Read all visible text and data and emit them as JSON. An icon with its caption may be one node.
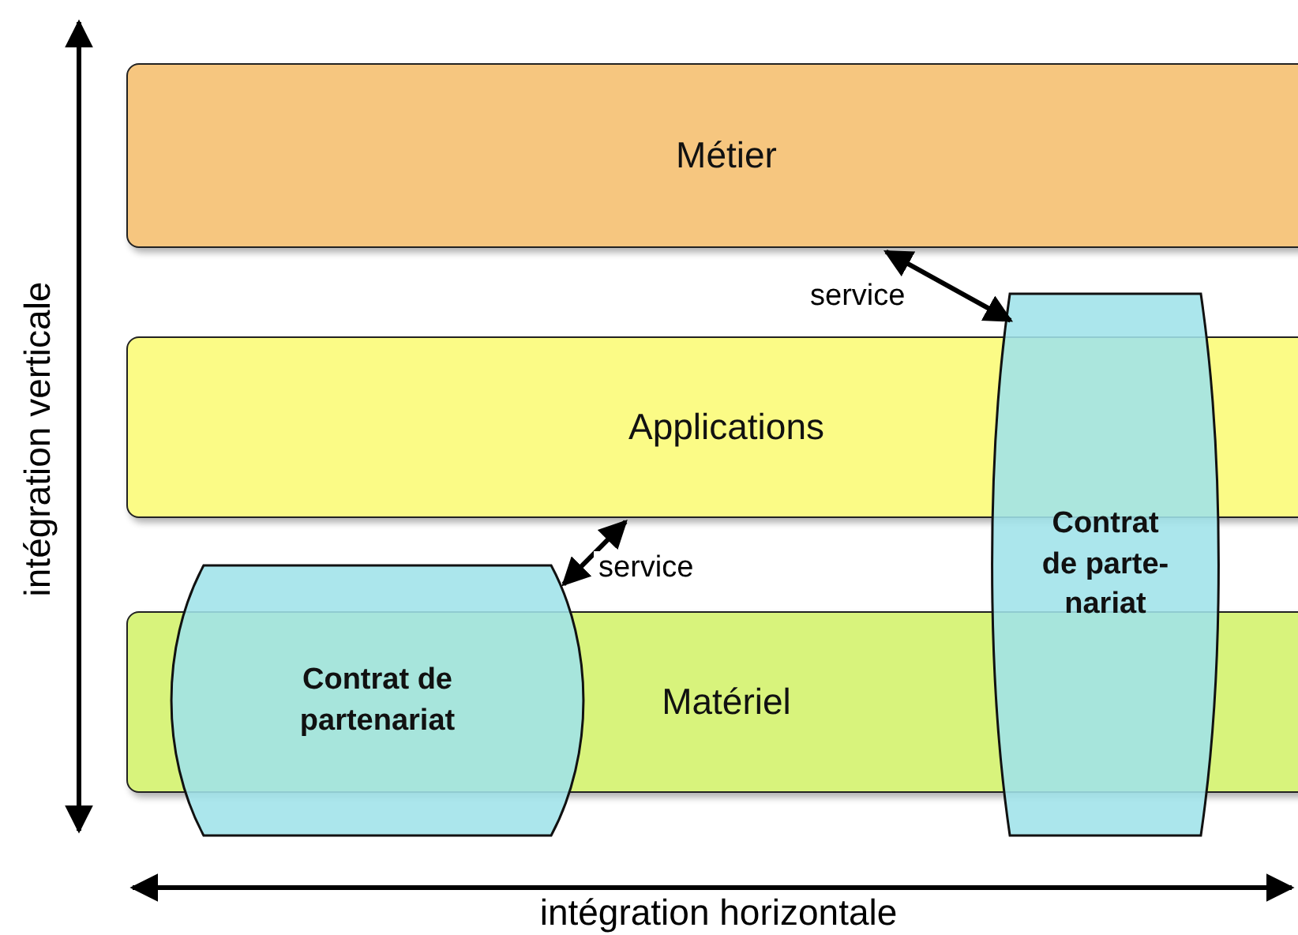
{
  "diagram": {
    "nodes": [
      {
        "text": [
          "Métier"
        ]
      },
      {
        "text": [
          "Applications"
        ]
      },
      {
        "text": [
          "Matériel"
        ]
      },
      {
        "text": [
          "Contrat de partenariat"
        ]
      },
      {
        "text": [
          "Contrat de parte- nariat"
        ]
      }
    ],
    "edges": [
      {
        "from": 0,
        "to": 4,
        "arrow": "both",
        "label": "service"
      },
      {
        "from": 1,
        "to": 3,
        "arrow": "both",
        "label": "service"
      }
    ],
    "labels": [
      "intégration verticale",
      "intégration horizontale"
    ]
  }
}
